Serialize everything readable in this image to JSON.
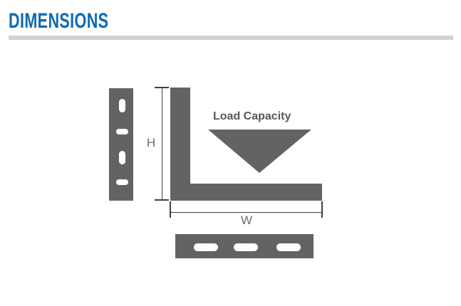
{
  "header": {
    "title": "DIMENSIONS"
  },
  "diagram": {
    "height_label": "H",
    "width_label": "W",
    "load_capacity_label": "Load Capacity",
    "icons": {
      "load_direction": "triangle-down-icon",
      "mounting_holes": "slot-hole-icon"
    }
  },
  "colors": {
    "accent_blue": "#0e6ab2",
    "divider_gray": "#d0d0d0",
    "diagram_gray": "#636366",
    "dimension_line": "#3f3f3f",
    "dim_label_text": "#6b6b6b",
    "load_label_text": "#595959",
    "background": "#ffffff"
  }
}
